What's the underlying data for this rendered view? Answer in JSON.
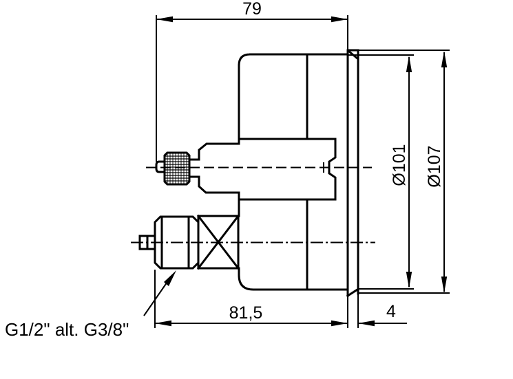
{
  "drawing": {
    "background": "#ffffff",
    "line_color": "#000000",
    "dims": {
      "depth": "79",
      "body_depth": "81,5",
      "flange_thickness": "4",
      "case_diameter": "Ø101",
      "flange_diameter": "Ø107"
    },
    "labels": {
      "connection": "G1/2\" alt. G3/8\""
    }
  }
}
